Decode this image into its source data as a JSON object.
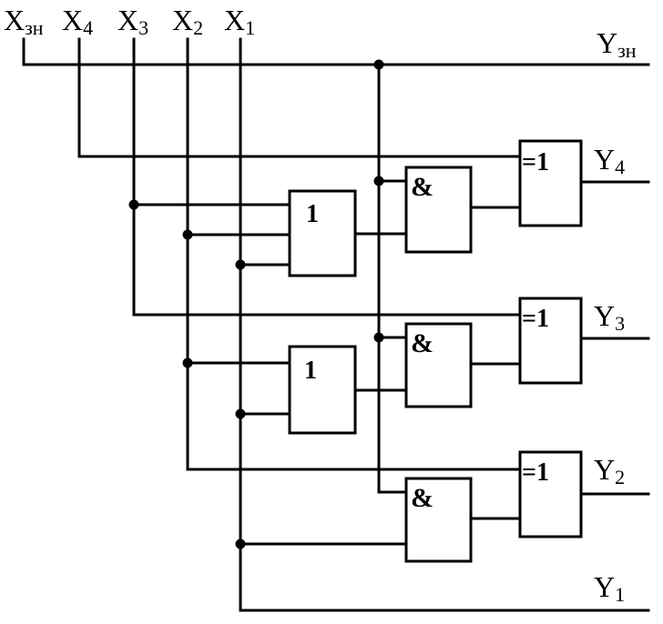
{
  "inputs": {
    "x_en": {
      "base": "X",
      "sub": "зн"
    },
    "x4": {
      "base": "X",
      "sub": "4"
    },
    "x3": {
      "base": "X",
      "sub": "3"
    },
    "x2": {
      "base": "X",
      "sub": "2"
    },
    "x1": {
      "base": "X",
      "sub": "1"
    }
  },
  "outputs": {
    "y_en": {
      "base": "Y",
      "sub": "зн"
    },
    "y4": {
      "base": "Y",
      "sub": "4"
    },
    "y3": {
      "base": "Y",
      "sub": "3"
    },
    "y2": {
      "base": "Y",
      "sub": "2"
    },
    "y1": {
      "base": "Y",
      "sub": "1"
    }
  },
  "gates": {
    "or_top": "1",
    "or_mid": "1",
    "and_top": "&",
    "and_mid": "&",
    "and_bot": "&",
    "xor_top": "=1",
    "xor_mid": "=1",
    "xor_bot": "=1"
  }
}
